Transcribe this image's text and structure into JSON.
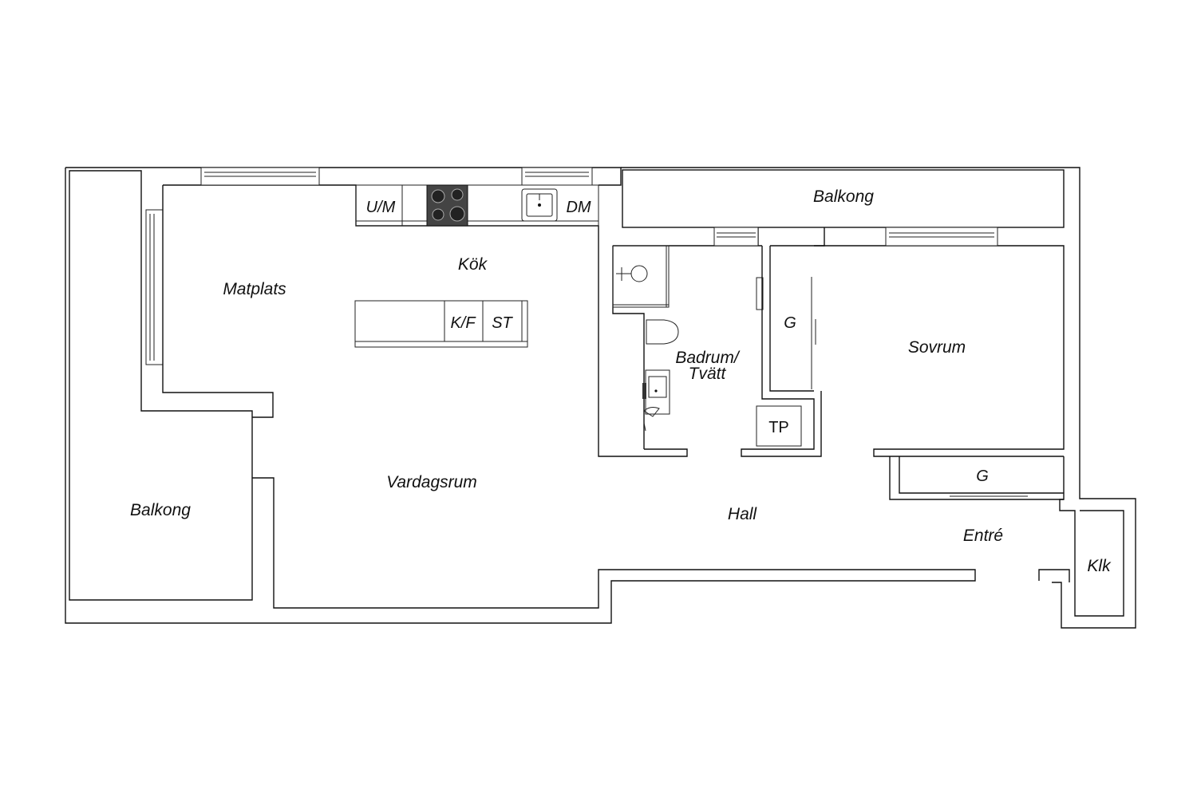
{
  "rooms": {
    "balkong_top": "Balkong",
    "balkong_left": "Balkong",
    "matplats": "Matplats",
    "kok": "Kök",
    "vardagsrum": "Vardagsrum",
    "badrum_line1": "Badrum/",
    "badrum_line2": "Tvätt",
    "sovrum": "Sovrum",
    "hall": "Hall",
    "entre": "Entré",
    "klk": "Klk"
  },
  "fixtures": {
    "um": "U/M",
    "dm": "DM",
    "kf": "K/F",
    "st": "ST",
    "g_upper": "G",
    "g_lower": "G",
    "tp": "TP"
  },
  "colors": {
    "line": "#111111",
    "stove": "#444444",
    "background": "#ffffff"
  }
}
